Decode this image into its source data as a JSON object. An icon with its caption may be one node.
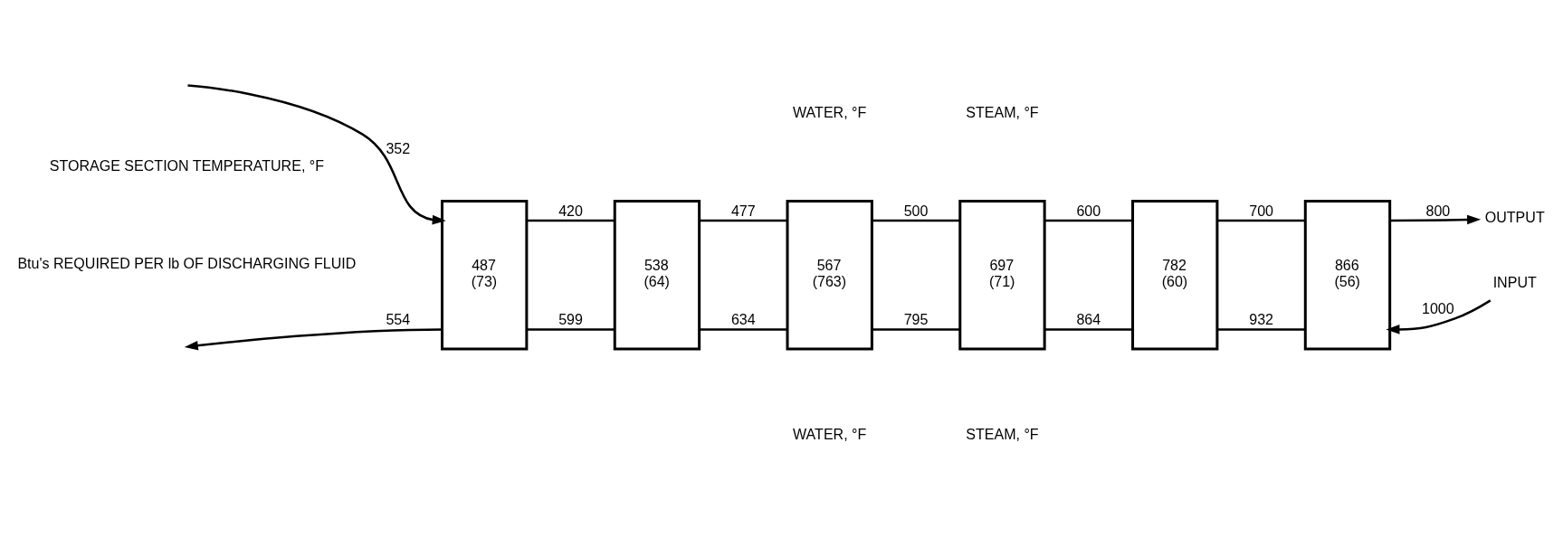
{
  "diagram": {
    "nodes": [
      {
        "text": [
          "487",
          "(73)"
        ]
      },
      {
        "text": [
          "538",
          "(64)"
        ]
      },
      {
        "text": [
          "567",
          "(763)"
        ]
      },
      {
        "text": [
          "697",
          "(71)"
        ]
      },
      {
        "text": [
          "782",
          "(60)"
        ]
      },
      {
        "text": [
          "866",
          "(56)"
        ]
      },
      {
        "text": [
          "OUTPUT"
        ]
      },
      {
        "text": [
          "INPUT"
        ]
      }
    ],
    "edges": [
      {
        "from": null,
        "to": 0,
        "arrow": "to",
        "label": "352"
      },
      {
        "from": 0,
        "to": 1,
        "arrow": "none",
        "label": "420"
      },
      {
        "from": 1,
        "to": 2,
        "arrow": "none",
        "label": "477"
      },
      {
        "from": 2,
        "to": 3,
        "arrow": "none",
        "label": "500"
      },
      {
        "from": 3,
        "to": 4,
        "arrow": "none",
        "label": "600"
      },
      {
        "from": 4,
        "to": 5,
        "arrow": "none",
        "label": "700"
      },
      {
        "from": 5,
        "to": 6,
        "arrow": "to",
        "label": "800"
      },
      {
        "from": 7,
        "to": 5,
        "arrow": "to",
        "label": "1000"
      },
      {
        "from": 5,
        "to": 4,
        "arrow": "none",
        "label": "932"
      },
      {
        "from": 4,
        "to": 3,
        "arrow": "none",
        "label": "864"
      },
      {
        "from": 3,
        "to": 2,
        "arrow": "none",
        "label": "795"
      },
      {
        "from": 2,
        "to": 1,
        "arrow": "none",
        "label": "634"
      },
      {
        "from": 1,
        "to": 0,
        "arrow": "none",
        "label": "599"
      },
      {
        "from": 0,
        "to": null,
        "arrow": "to",
        "label": "554"
      }
    ],
    "labels": [
      "WATER, °F",
      "STEAM, °F",
      "STORAGE SECTION TEMPERATURE, °F",
      "Btu's REQUIRED PER lb OF DISCHARGING FLUID",
      "WATER, °F",
      "STEAM, °F"
    ]
  }
}
